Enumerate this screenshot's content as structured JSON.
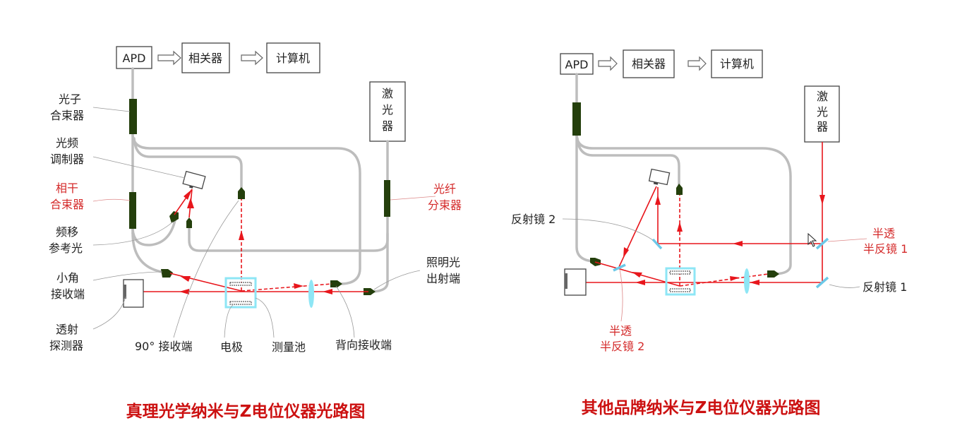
{
  "left": {
    "title": "真理光学纳米与Z电位仪器光路图",
    "boxes": {
      "apd": "APD",
      "correlator": "相关器",
      "computer": "计算机",
      "laser": [
        "激",
        "光",
        "器"
      ]
    },
    "labels": {
      "photon_combiner": [
        "光子",
        "合束器"
      ],
      "freq_modulator": [
        "光频",
        "调制器"
      ],
      "coherent_combiner": [
        "相干",
        "合束器"
      ],
      "freq_shift_ref": [
        "频移",
        "参考光"
      ],
      "small_angle_receiver": [
        "小角",
        "接收端"
      ],
      "transmission_detector": [
        "透射",
        "探测器"
      ],
      "fiber_splitter": [
        "光纤",
        "分束器"
      ],
      "illumination_output": [
        "照明光",
        "出射端"
      ],
      "receiver_90": "90° 接收端",
      "electrode": "电极",
      "measurement_cell": "测量池",
      "back_receiver": "背向接收端"
    }
  },
  "right": {
    "title": "其他品牌纳米与Z电位仪器光路图",
    "boxes": {
      "apd": "APD",
      "correlator": "相关器",
      "computer": "计算机",
      "laser": [
        "激",
        "光",
        "器"
      ]
    },
    "labels": {
      "mirror2": "反射镜 2",
      "half_mirror1": [
        "半透",
        "半反镜 1"
      ],
      "mirror1": "反射镜 1",
      "half_mirror2": [
        "半透",
        "半反镜 2"
      ]
    }
  },
  "colors": {
    "beam": "#e8161c",
    "fiber": "#bdbdbd",
    "combiner": "#243f0c",
    "optics": "#8ee6f5",
    "title": "#cc1111"
  }
}
